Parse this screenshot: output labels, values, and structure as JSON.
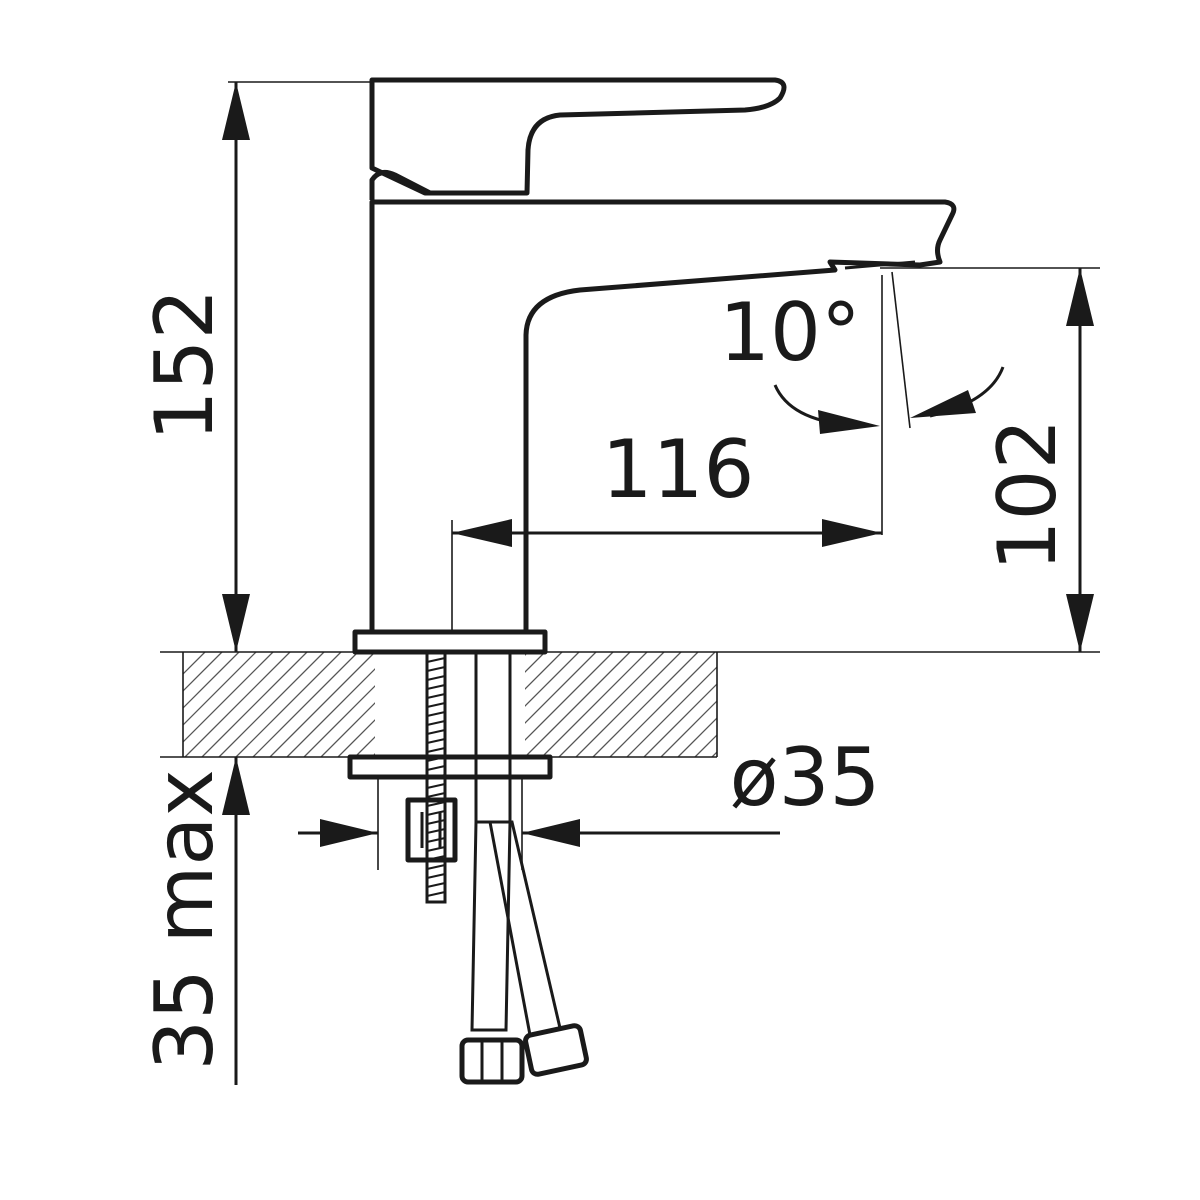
{
  "title": "Basin mixer tap technical drawing",
  "dimensions": {
    "total_height": "152",
    "spout_reach": "116",
    "spout_angle": "10°",
    "spout_height": "102",
    "hole_diameter": "ø35",
    "max_counter_thickness": "35 max"
  },
  "colors": {
    "line": "#1a1a1a",
    "background": "#ffffff"
  }
}
